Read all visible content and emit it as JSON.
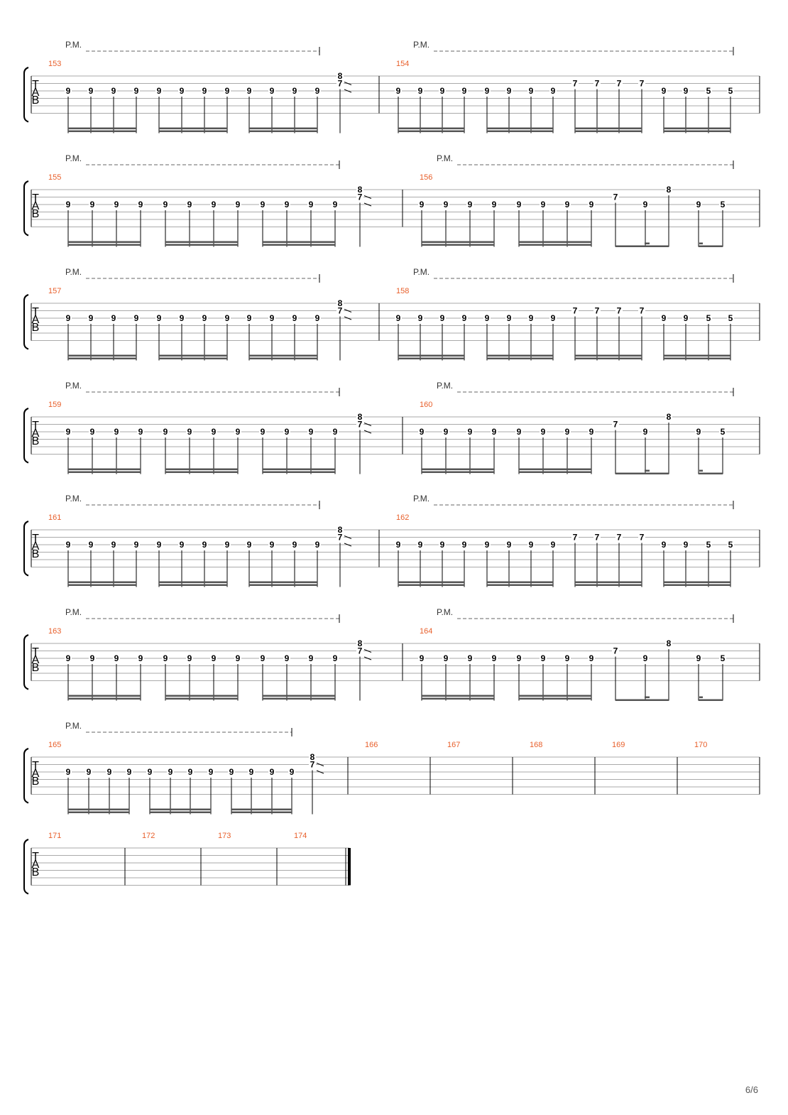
{
  "document": {
    "page_number": "6/6"
  },
  "colors": {
    "bar_number": "#e8602c",
    "staff_line": "#aaaaaa",
    "ink": "#000000",
    "pm_dash": "#666666",
    "beam": "#555555"
  },
  "clef_letters": [
    "T",
    "A",
    "B"
  ],
  "pm_label": "P.M.",
  "patterns": {
    "A": [
      {
        "s": 3,
        "f": "9",
        "b": "s"
      },
      {
        "s": 3,
        "f": "9",
        "b": "s"
      },
      {
        "s": 3,
        "f": "9",
        "b": "s"
      },
      {
        "s": 3,
        "f": "9",
        "b": "s"
      },
      {
        "s": 3,
        "f": "9",
        "b": "s"
      },
      {
        "s": 3,
        "f": "9",
        "b": "s"
      },
      {
        "s": 3,
        "f": "9",
        "b": "s"
      },
      {
        "s": 3,
        "f": "9",
        "b": "s"
      },
      {
        "s": 3,
        "f": "9",
        "b": "s"
      },
      {
        "s": 3,
        "f": "9",
        "b": "s"
      },
      {
        "s": 3,
        "f": "9",
        "b": "s"
      },
      {
        "s": 3,
        "f": "9",
        "b": "s"
      },
      {
        "chord": [
          {
            "s": 1,
            "f": "8"
          },
          {
            "s": 2,
            "f": "7"
          }
        ],
        "b": "q",
        "slide": true
      }
    ],
    "B": [
      {
        "s": 3,
        "f": "9",
        "b": "s"
      },
      {
        "s": 3,
        "f": "9",
        "b": "s"
      },
      {
        "s": 3,
        "f": "9",
        "b": "s"
      },
      {
        "s": 3,
        "f": "9",
        "b": "s"
      },
      {
        "s": 3,
        "f": "9",
        "b": "s"
      },
      {
        "s": 3,
        "f": "9",
        "b": "s"
      },
      {
        "s": 3,
        "f": "9",
        "b": "s"
      },
      {
        "s": 3,
        "f": "9",
        "b": "s"
      },
      {
        "s": 2,
        "f": "7",
        "b": "s"
      },
      {
        "s": 2,
        "f": "7",
        "b": "s"
      },
      {
        "s": 2,
        "f": "7",
        "b": "s"
      },
      {
        "s": 2,
        "f": "7",
        "b": "s"
      },
      {
        "s": 3,
        "f": "9",
        "b": "s"
      },
      {
        "s": 3,
        "f": "9",
        "b": "s"
      },
      {
        "s": 3,
        "f": "5",
        "b": "s"
      },
      {
        "s": 3,
        "f": "5",
        "b": "s"
      }
    ],
    "C": [
      {
        "s": 3,
        "f": "9",
        "b": "s"
      },
      {
        "s": 3,
        "f": "9",
        "b": "s"
      },
      {
        "s": 3,
        "f": "9",
        "b": "s"
      },
      {
        "s": 3,
        "f": "9",
        "b": "s"
      },
      {
        "s": 3,
        "f": "9",
        "b": "s"
      },
      {
        "s": 3,
        "f": "9",
        "b": "s"
      },
      {
        "s": 3,
        "f": "9",
        "b": "s"
      },
      {
        "s": 3,
        "f": "9",
        "b": "s"
      },
      {
        "s": 2,
        "f": "7",
        "b": "e"
      },
      {
        "s": 3,
        "f": "9",
        "b": "d"
      },
      {
        "s": 1,
        "f": "8",
        "b": "e"
      },
      {
        "s": 3,
        "f": "9",
        "b": "d"
      },
      {
        "s": 3,
        "f": "5",
        "b": "e"
      }
    ]
  },
  "systems": [
    {
      "measures": [
        {
          "number": "153",
          "pattern": "A"
        },
        {
          "number": "154",
          "pattern": "B"
        }
      ]
    },
    {
      "measures": [
        {
          "number": "155",
          "pattern": "A"
        },
        {
          "number": "156",
          "pattern": "C"
        }
      ]
    },
    {
      "measures": [
        {
          "number": "157",
          "pattern": "A"
        },
        {
          "number": "158",
          "pattern": "B"
        }
      ]
    },
    {
      "measures": [
        {
          "number": "159",
          "pattern": "A"
        },
        {
          "number": "160",
          "pattern": "C"
        }
      ]
    },
    {
      "measures": [
        {
          "number": "161",
          "pattern": "A"
        },
        {
          "number": "162",
          "pattern": "B"
        }
      ]
    },
    {
      "measures": [
        {
          "number": "163",
          "pattern": "A"
        },
        {
          "number": "164",
          "pattern": "C"
        }
      ]
    },
    {
      "measures": [
        {
          "number": "165",
          "pattern": "A"
        },
        {
          "number": "166",
          "pattern": null
        },
        {
          "number": "167",
          "pattern": null
        },
        {
          "number": "168",
          "pattern": null
        },
        {
          "number": "169",
          "pattern": null
        },
        {
          "number": "170",
          "pattern": null
        }
      ]
    },
    {
      "measures": [
        {
          "number": "171",
          "pattern": null
        },
        {
          "number": "172",
          "pattern": null
        },
        {
          "number": "173",
          "pattern": null
        },
        {
          "number": "174",
          "pattern": null
        }
      ],
      "final": true
    }
  ]
}
